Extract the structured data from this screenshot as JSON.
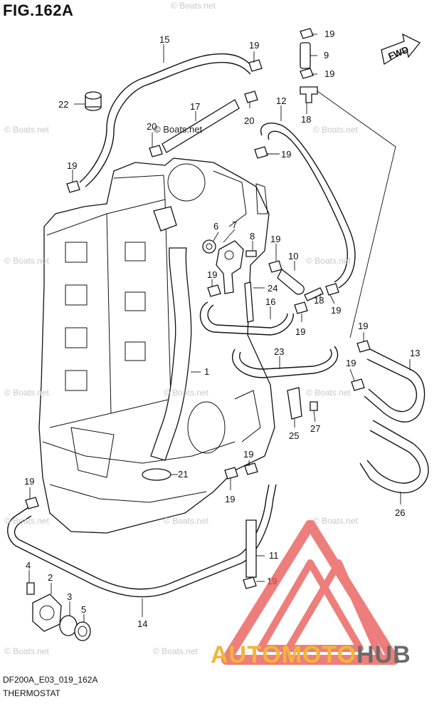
{
  "figure": {
    "title": "FIG.162A",
    "code": "DF200A_E03_019_162A",
    "name": "THERMOSTAT",
    "direction_label": "FWD"
  },
  "watermarks": {
    "site": "© Boats.net",
    "site_inline": "© Boats.net",
    "brand_a": "AUTOMOTO",
    "brand_b": "HUB",
    "colors": {
      "logo_red": "#e8534f",
      "brand_yellow": "#f2b53a",
      "brand_gray": "#6a6a6a"
    }
  },
  "callouts": {
    "c1": "1",
    "c2": "2",
    "c3": "3",
    "c4": "4",
    "c5": "5",
    "c6": "6",
    "c7": "7",
    "c8": "8",
    "c9": "9",
    "c10": "10",
    "c11": "11",
    "c12": "12",
    "c13": "13",
    "c14": "14",
    "c15": "15",
    "c16": "16",
    "c17": "17",
    "c18": "18",
    "c19": "19",
    "c20": "20",
    "c21": "21",
    "c22": "22",
    "c23": "23",
    "c24": "24",
    "c25": "25",
    "c26": "26",
    "c27": "27"
  }
}
